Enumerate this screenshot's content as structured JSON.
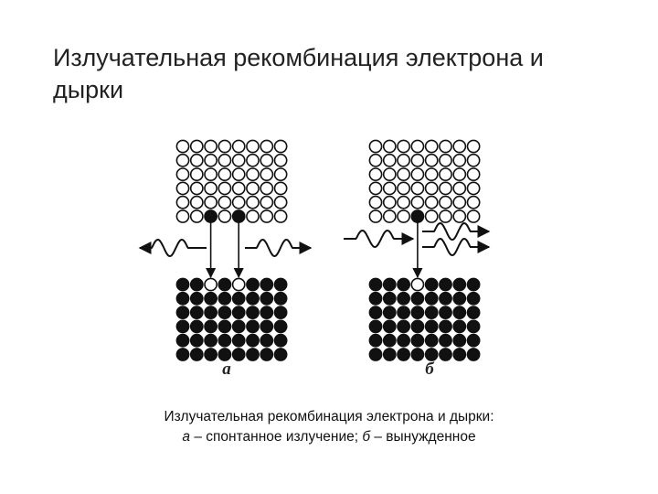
{
  "slide": {
    "title": "Излучательная рекомбинация электрона и дырки"
  },
  "diagram": {
    "panels": [
      {
        "label": "а",
        "mode": "spontaneous",
        "transitions": 2
      },
      {
        "label": "б",
        "mode": "stimulated",
        "transitions": 1
      }
    ],
    "lattice": {
      "band_rows": 6,
      "band_cols": 8
    }
  },
  "caption": {
    "line1": "Излучательная рекомбинация электрона и дырки:",
    "line2_a": "а",
    "line2_a_text": " – спонтанное излучение; ",
    "line2_b": "б",
    "line2_b_text": " – вынужденное"
  }
}
